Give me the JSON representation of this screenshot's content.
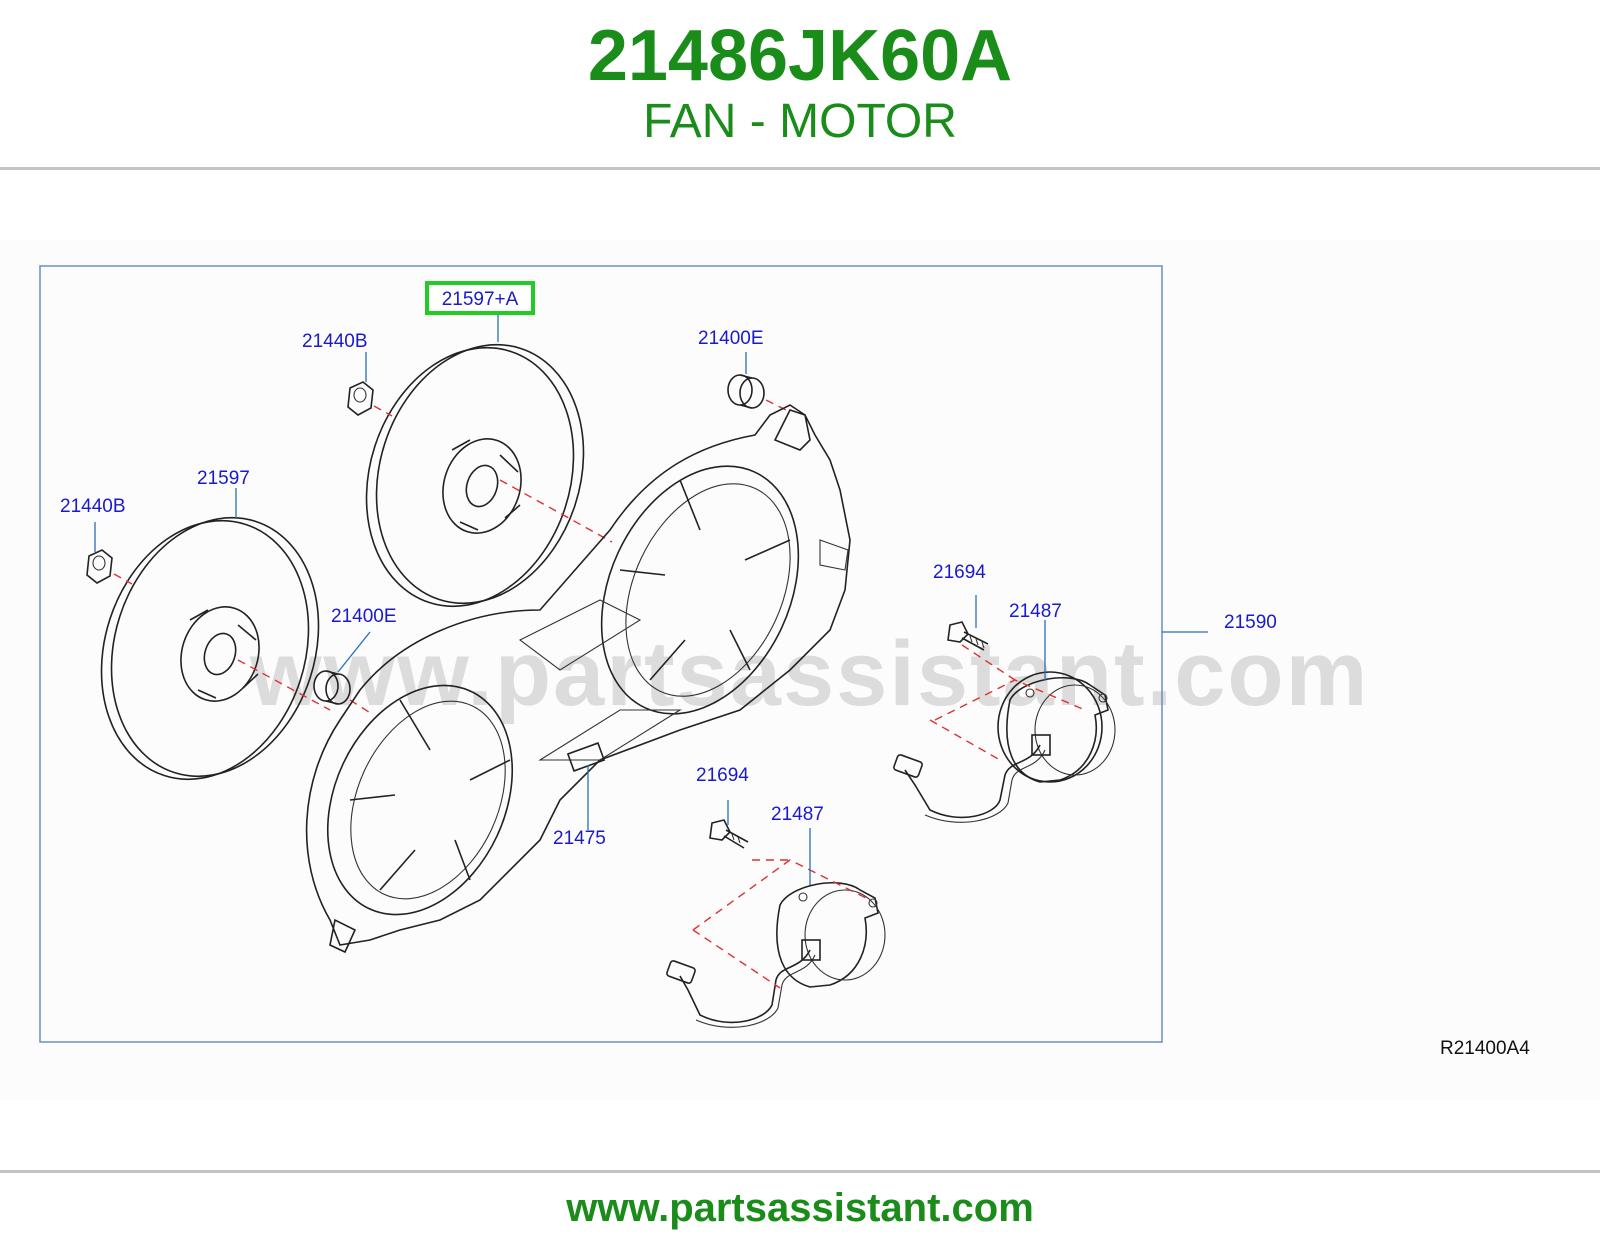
{
  "header": {
    "part_number": "21486JK60A",
    "part_name": "FAN - MOTOR"
  },
  "diagram": {
    "callouts": {
      "fan_a": "21597+A",
      "washer_top": "21440B",
      "spacer_top": "21400E",
      "fan": "21597",
      "washer_left": "21440B",
      "spacer_left": "21400E",
      "shroud": "21590",
      "bolt_right": "21694",
      "motor_right": "21487",
      "connector": "21475",
      "bolt_bottom": "21694",
      "motor_bottom": "21487"
    },
    "reference_code": "R21400A4",
    "watermark": "www.partsassistant.com",
    "colors": {
      "highlight_box": "#22cc22",
      "callout_text": "#1a1acc",
      "dashed_line": "#e03030",
      "frame": "#6a8fc0"
    }
  },
  "footer": {
    "url": "www.partsassistant.com"
  }
}
